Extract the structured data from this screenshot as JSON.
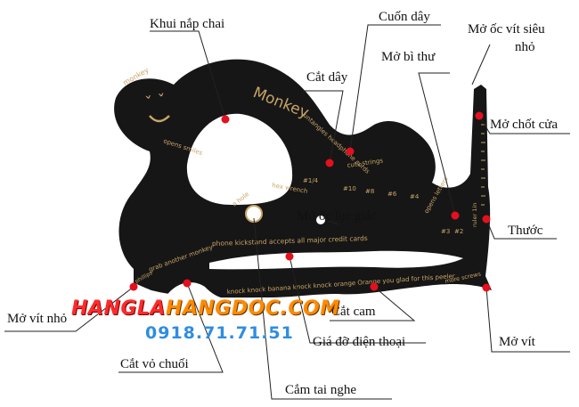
{
  "product": {
    "brand_text": "Monkey",
    "engravings": {
      "top_small": "monkey",
      "opens_smiles": "opens smiles",
      "untangles": "untangles headphone cords",
      "cuts_strings": "cuts strings",
      "hex": "hex wrench",
      "hole": "a hole",
      "opens_letters": "opens letters",
      "phone_stand": "phone kickstand accepts all major credit cards",
      "bottom_text": "knock knock banana knock knock orange Orange you glad for this peeler",
      "grab_another": "grab another monkey",
      "phillips": "phillips",
      "ruler": "ruler 1in",
      "more_screws": "more screws",
      "sizes": [
        "#1/4",
        "#10",
        "#8",
        "#6",
        "#4",
        "#3",
        "#2"
      ]
    }
  },
  "labels": {
    "khui_nap_chai": "Khui nắp chai",
    "cuon_day": "Cuốn dây",
    "mo_oc_vit_sieu_nho_1": "Mở ốc vít siêu",
    "mo_oc_vit_sieu_nho_2": "nhỏ",
    "cat_day": "Cắt dây",
    "mo_bi_thu": "Mở bì thư",
    "mo_chot_cua": "Mở chốt cửa",
    "mo_oc_luc_giac": "Mở ốc lục giác",
    "thuoc": "Thước",
    "cat_cam": "Cắt cam",
    "mo_vit_nho": "Mở vít nhỏ",
    "gia_do_dien_thoai": "Giá đỡ điện thoại",
    "mo_vit": "Mở vít",
    "cat_vo_chuoi": "Cắt vỏ chuối",
    "cam_tai_nghe": "Cắm tai nghe"
  },
  "watermark": {
    "part1": "HANGLA",
    "part2": "HANGDOC",
    "part3": ".COM",
    "phone": "0918.71.71.51"
  },
  "colors": {
    "tool": "#161616",
    "engraving": "#c8a467",
    "marker": "#e3101e",
    "line": "#222222",
    "watermark_red": "#ff2a2a",
    "watermark_orange": "#ff8a00",
    "phone_blue": "#2f8de0"
  }
}
